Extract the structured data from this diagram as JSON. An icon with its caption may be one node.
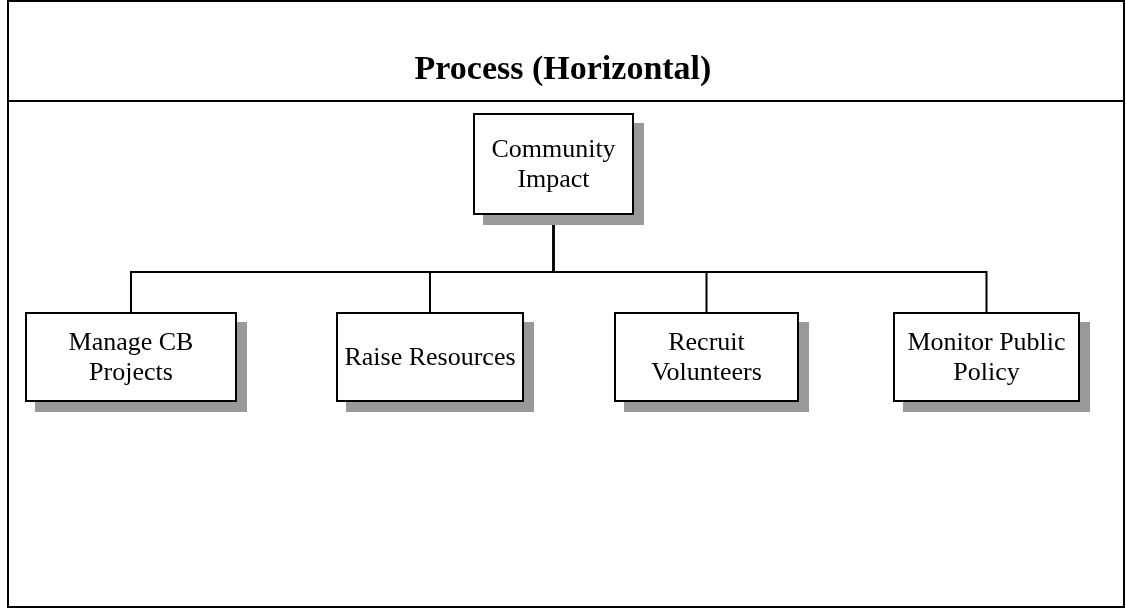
{
  "diagram": {
    "title": "Process (Horizontal)",
    "nodes": [
      {
        "text": [
          "Community Impact"
        ]
      },
      {
        "text": [
          "Manage CB Projects"
        ]
      },
      {
        "text": [
          "Raise Resources"
        ]
      },
      {
        "text": [
          "Recruit Volunteers"
        ]
      },
      {
        "text": [
          "Monitor Public Policy"
        ]
      }
    ],
    "edges": [
      {
        "from": 0,
        "to": 1,
        "arrow": "none"
      },
      {
        "from": 0,
        "to": 2,
        "arrow": "none"
      },
      {
        "from": 0,
        "to": 3,
        "arrow": "none"
      },
      {
        "from": 0,
        "to": 4,
        "arrow": "none"
      }
    ]
  }
}
